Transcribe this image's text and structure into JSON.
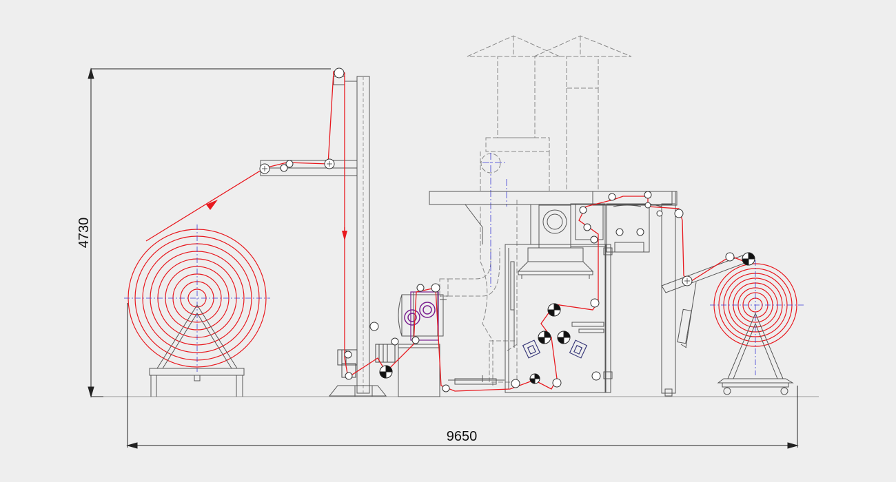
{
  "drawing": {
    "height_dimension": "4730",
    "width_dimension": "9650"
  },
  "colors": {
    "background": "#eeeeee",
    "machine_line": "#555555",
    "hidden_line": "#888888",
    "web_path": "#e8191f",
    "centerline": "#3b3bd6",
    "motor": "#7a1f8f"
  },
  "icons": [
    "unwind-roll",
    "rewind-roll",
    "guide-roller",
    "drive-roller",
    "motor",
    "exhaust-hood",
    "tension-arm"
  ]
}
